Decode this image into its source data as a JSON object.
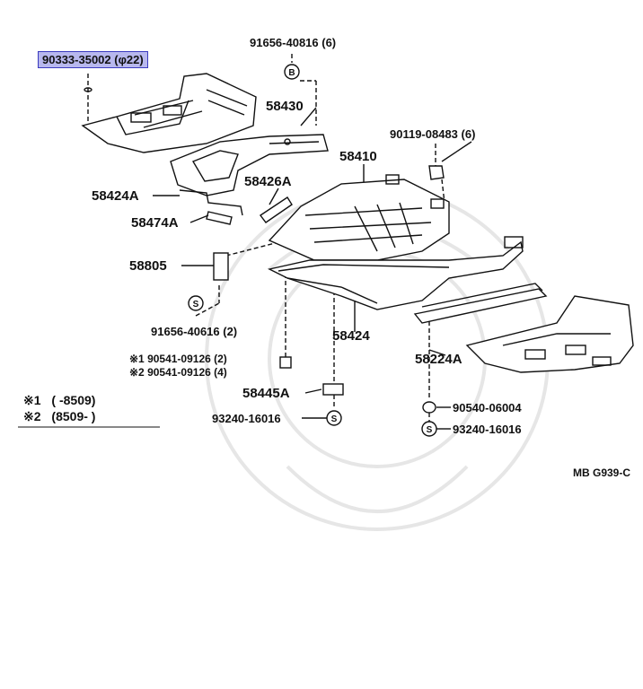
{
  "callouts": {
    "p90333": "90333-35002 (φ22)",
    "p91656_top": "91656-40816 (6)",
    "p58430": "58430",
    "p90119": "90119-08483 (6)",
    "p58410": "58410",
    "p58424A": "58424A",
    "p58426A": "58426A",
    "p58474A": "58474A",
    "p58805": "58805",
    "p91656_mid": "91656-40616 (2)",
    "p58424": "58424",
    "p58224A": "58224A",
    "p90541_1": "※1 90541-09126 (2)",
    "p90541_2": "※2 90541-09126 (4)",
    "p58445A": "58445A",
    "p93240_left": "93240-16016",
    "p90540": "90540-06004",
    "p93240_right": "93240-16016"
  },
  "markers": {
    "b": "B",
    "s": "S"
  },
  "legend": {
    "line1_mark": "※1",
    "line1_text": "(        -8509)",
    "line2_mark": "※2",
    "line2_text": "(8509-        )"
  },
  "ref_code": "MB G939-C",
  "colors": {
    "highlight_bg": "#b8b8ee",
    "highlight_border": "#3b3bbf",
    "line": "#111111"
  }
}
